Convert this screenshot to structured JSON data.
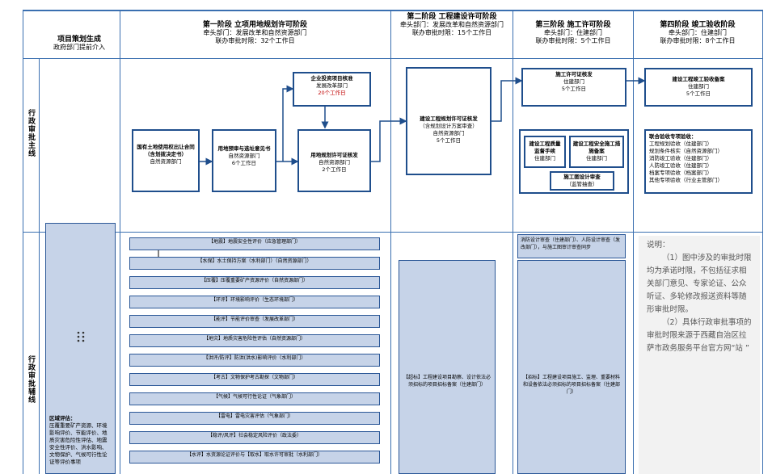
{
  "header": {
    "planning": {
      "title": "项目策划生成",
      "sub": "政府部门提前介入"
    },
    "stage1": {
      "title": "第一阶段 立项用地规划许可阶段",
      "lead": "牵头部门：发展改革和自然资源部门",
      "time": "联办审批时限：32个工作日"
    },
    "stage2": {
      "title": "第二阶段 工程建设许可阶段",
      "lead": "牵头部门：发展改革和自然资源部门",
      "time": "联办审批时限：15个工作日"
    },
    "stage3": {
      "title": "第三阶段 施工许可阶段",
      "lead": "牵头部门：住建部门",
      "time": "联办审批时限：5个工作日"
    },
    "stage4": {
      "title": "第四阶段 竣工验收阶段",
      "lead": "牵头部门：住建部门",
      "time": "联办审批时限：8个工作日"
    }
  },
  "rows": {
    "main": "行政审批主线",
    "aux": "行政审批辅线"
  },
  "boxes": {
    "land": {
      "title": "国有土地使用权出让合同（含划拨决定书）",
      "dept": "自然资源部门"
    },
    "site": {
      "title": "用地预审与选址意见书",
      "dept": "自然资源部门",
      "days": "6个工作日"
    },
    "enterprise": {
      "title": "企业投资项目核准",
      "dept": "发展改革部门",
      "days": "20个工作日"
    },
    "landplan": {
      "title": "用地规划许可证核发",
      "dept": "自然资源部门",
      "days": "2个工作日"
    },
    "engplan": {
      "title": "建设工程规划许可证核发",
      "sub": "（含规划设计方案审查）",
      "dept": "自然资源部门",
      "days": "5个工作日"
    },
    "construct": {
      "title": "施工许可证核发",
      "dept": "住建部门",
      "days": "5个工作日"
    },
    "quality": {
      "title": "建设工程质量监督手续",
      "dept": "住建部门"
    },
    "safety": {
      "title": "建设工程安全施工措施备案",
      "dept": "住建部门"
    },
    "drawing": {
      "title": "施工图设计审查",
      "dept": "（监管抽查）"
    },
    "completion": {
      "title": "建设工程竣工验收备案",
      "dept": "住建部门",
      "days": "5个工作日"
    },
    "joint": {
      "title": "联合验收专项验收：",
      "items": [
        "工程规划验收（住建部门）",
        "规划条件核实（自然资源部门）",
        "消防竣工验收（住建部门）",
        "人防竣工验收（住建部门）",
        "档案专项验收（档案部门）",
        "其他专项验收（行业主管部门）"
      ]
    }
  },
  "region": {
    "title": "区域评估：",
    "body": "压覆重要矿产资源、环境影响评价、节能评价、地质灾害危险性评估、地震安全性评价、洪水影响、文物保护、气候可行性论证等评价事项"
  },
  "bars": [
    "【地震】地震安全性评价（应急管理部门）",
    "【水保】水土保持方案（水利部门）（自然资源部门）",
    "【压覆】压覆重要矿产资源评价（自然资源部门）",
    "【环评】环境影响评价（生态环境部门）",
    "【能评】节能评价审查（发展改革部门）",
    "【地灾】地质灾害危险性评估（自然资源部门）",
    "【洪评/防评】防洪(洪水)影响评价（水利部门）",
    "【考古】文物保护考古勘探（文物部门）",
    "【气候】气候可行性论证（气象部门）",
    "【雷电】雷电灾害评估（气象部门）",
    "【稳评/风评】社会稳定风险评价（政法委）",
    "【水评】水资源论证评价与【取水】取水许可审批（水利部门）"
  ],
  "aux_stage2": "【超标】工程建设项目勘察、设计依法必须招标的项目招标备案（住建部门）",
  "aux_stage3_top": "消防设计审查（住建部门）、人防设计审查（发改部门），与施工图审计审查同步",
  "aux_stage3_bottom": "【招标】工程建设项目施工、监理、重要材料和设备依法必须招标的项目招标备案（住建部门）",
  "notes": {
    "label": "说明：",
    "p1": "（1）图中涉及的审批时限均为承诺时限，不包括征求相关部门意见、专家论证、公众听证、多轮修改报送资料等随形审批时限。",
    "p2": "（2）具体行政审批事项的审批时限来源于西藏自治区拉萨市政务服务平台官方网“站    ”"
  }
}
